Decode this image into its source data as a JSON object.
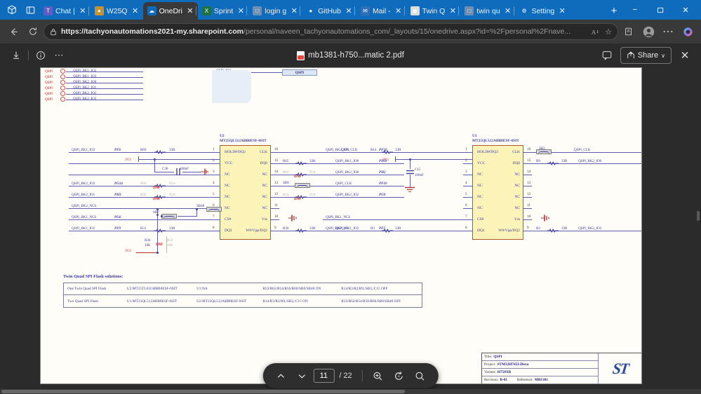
{
  "window": {
    "minimize_label": "−",
    "maximize_label": "❑",
    "close_label": "✕",
    "new_tab_label": "+"
  },
  "tabs": [
    {
      "title": "Chat | ",
      "favicon": "teams-icon",
      "color": "#5b5fc7",
      "glyph": "T",
      "active": false,
      "first": true
    },
    {
      "title": "W25Q",
      "favicon": "pdf-doc-icon",
      "color": "#c8922f",
      "glyph": "●",
      "active": false,
      "first": false
    },
    {
      "title": "OneDri",
      "favicon": "onedrive-icon",
      "color": "#0f6cbd",
      "glyph": "☁",
      "active": true,
      "first": false
    },
    {
      "title": "Sprint ",
      "favicon": "excel-icon",
      "color": "#1d7044",
      "glyph": "X",
      "active": false,
      "first": false
    },
    {
      "title": "login g",
      "favicon": "generic-page-icon",
      "color": "#6b8fb5",
      "glyph": "□",
      "active": false,
      "first": true
    },
    {
      "title": "GitHub",
      "favicon": "github-icon",
      "color": "#ffffff",
      "glyph": "●",
      "active": false,
      "first": false
    },
    {
      "title": "Mail - ",
      "favicon": "outlook-icon",
      "color": "#2f6fb8",
      "glyph": "✉",
      "active": false,
      "first": false
    },
    {
      "title": "Twin Q",
      "favicon": "chrome-icon",
      "color": "#dddddd",
      "glyph": "◉",
      "active": false,
      "first": false
    },
    {
      "title": "twin qu",
      "favicon": "generic-page-icon",
      "color": "#6b8fb5",
      "glyph": "□",
      "active": false,
      "first": true
    },
    {
      "title": "Setting",
      "favicon": "gear-icon",
      "color": "#ffffff",
      "glyph": "⚙",
      "active": false,
      "first": false
    }
  ],
  "navbar": {
    "back_label": "←",
    "refresh_label": "↻",
    "lock_label": "ὑ2",
    "url_bold": "https://tachyonautomations2021-my.sharepoint.com",
    "url_rest": "/personal/naveen_tachyonautomations_com/_layouts/15/onedrive.aspx?id=%2Fpersonal%2Fnave...",
    "read_aloud_label": "A",
    "favorite_label": "☆",
    "collections_label": "↱",
    "profile_label": "●",
    "settings_label": "⋯",
    "copilot_label": "◑"
  },
  "pdf_toolbar": {
    "download_label": "↓",
    "info_label": "ⓘ",
    "more_label": "⋯",
    "file_name": "mb1381-h750...matic 2.pdf",
    "comment_label": "▢",
    "share_label": "Share",
    "share_caret": "∨",
    "close_label": "✕"
  },
  "page_nav": {
    "prev_label": "∧",
    "next_label": "∨",
    "current_page": "11",
    "total_pages": "/ 22",
    "zoom_in_label": "zoom-in-icon",
    "rotate_label": "rotate-icon",
    "search_label": "search-icon"
  },
  "schematic": {
    "bus_nets": [
      {
        "left": "QSPI_BK1_IO2",
        "right": "QSPI_IO2"
      },
      {
        "left": "QSPI_BK1_IO3",
        "right": "QSPI_IO3"
      },
      {
        "left": "QSPI_BK2_IO0",
        "right": "QSPI_IO4"
      },
      {
        "left": "QSPI_BK2_IO1",
        "right": "QSPI_IO5"
      },
      {
        "left": "QSPI_BK2_IO2",
        "right": "QSPI_IO6"
      },
      {
        "left": "QSPI_BK2_IO3",
        "right": "QSPI_IO7"
      }
    ],
    "bus_pin_label": "QSPI",
    "bus_tag": "QSPI",
    "u2": {
      "ref": "U2",
      "part": "MT25QL512ABB8ESF-0SIT",
      "left_pins": [
        {
          "num": "1",
          "name": "HOLD#/DQ3"
        },
        {
          "num": "2",
          "name": "VCC"
        },
        {
          "num": "3",
          "name": "NC"
        },
        {
          "num": "4",
          "name": "NC"
        },
        {
          "num": "5",
          "name": "NC"
        },
        {
          "num": "6",
          "name": "NC"
        },
        {
          "num": "7",
          "name": "CS#"
        },
        {
          "num": "8",
          "name": "DQ1"
        }
      ],
      "right_pins": [
        {
          "num": "16",
          "name": "CLK"
        },
        {
          "num": "15",
          "name": "DQ0"
        },
        {
          "num": "14",
          "name": "NC"
        },
        {
          "num": "13",
          "name": "NC"
        },
        {
          "num": "12",
          "name": "NC"
        },
        {
          "num": "11",
          "name": "NC"
        },
        {
          "num": "10",
          "name": "Vss"
        },
        {
          "num": "9",
          "name": "W#/Vpp/DQ2"
        }
      ]
    },
    "u1": {
      "ref": "U1",
      "part": "MT25QL512ABB8ESF-0SIT",
      "left_pins": [
        {
          "num": "1",
          "name": "HOLD#/DQ3"
        },
        {
          "num": "2",
          "name": "VCC"
        },
        {
          "num": "3",
          "name": "NC"
        },
        {
          "num": "4",
          "name": "NC"
        },
        {
          "num": "5",
          "name": "NC"
        },
        {
          "num": "6",
          "name": "NC"
        },
        {
          "num": "7",
          "name": "CS#"
        },
        {
          "num": "8",
          "name": "DQ1"
        }
      ],
      "right_pins": [
        {
          "num": "16",
          "name": "CLK"
        },
        {
          "num": "15",
          "name": "DQ0"
        },
        {
          "num": "14",
          "name": "NC"
        },
        {
          "num": "13",
          "name": "NC"
        },
        {
          "num": "12",
          "name": "NC"
        },
        {
          "num": "11",
          "name": "NC"
        },
        {
          "num": "10",
          "name": "Vss"
        },
        {
          "num": "9",
          "name": "W#/Vpp/DQ2"
        }
      ]
    },
    "u2_left_nets": [
      {
        "net": "QSPI_BK1_IO3",
        "mcu": "PF6",
        "ref": "R69",
        "val": "33R",
        "dnf": ""
      },
      {
        "net": "",
        "mcu": "",
        "ref": "",
        "val": "",
        "dnf": ""
      },
      {
        "net": "",
        "mcu": "",
        "ref": "",
        "val": "",
        "dnf": ""
      },
      {
        "net": "QSPI_BK2_IO3",
        "mcu": "PG14",
        "ref": "R60",
        "val": "N/A",
        "dnf": "DNF"
      },
      {
        "net": "QSPI_BK2_IO1",
        "mcu": "PH3",
        "ref": "R56",
        "val": "N/A",
        "dnf": "DNF"
      },
      {
        "net": "QSPI_BK2_NCS",
        "mcu": "",
        "ref": "SB48",
        "val": "",
        "dnf": ""
      },
      {
        "net": "QSPI_BK1_NCS",
        "mcu": "PG6",
        "ref": "SB7",
        "val": "",
        "dnf": ""
      },
      {
        "net": "QSPI_BK1_IO1",
        "mcu": "PF9",
        "ref": "R31",
        "val": "33R",
        "dnf": ""
      }
    ],
    "u2_right_nets": [
      {
        "net": "QSPI_CLK",
        "mcu": "PF10",
        "ref": "",
        "val": "",
        "dnf": ""
      },
      {
        "net": "QSPI_BK1_IO0",
        "mcu": "PD11",
        "ref": "R65",
        "val": "33R",
        "dnf": ""
      },
      {
        "net": "QSPI_BK2_IO0",
        "mcu": "PH2",
        "ref": "R62",
        "val": "N/A",
        "dnf": "DNF"
      },
      {
        "net": "QSPI_CLK",
        "mcu": "PF10",
        "ref": "SB8",
        "val": "",
        "dnf": ""
      },
      {
        "net": "QSPI_BK2_IO2",
        "mcu": "PG9",
        "ref": "R54",
        "val": "N/A",
        "dnf": "DNF"
      },
      {
        "net": "",
        "mcu": "",
        "ref": "",
        "val": "",
        "dnf": ""
      },
      {
        "net": "",
        "mcu": "",
        "ref": "",
        "val": "",
        "dnf": ""
      },
      {
        "net": "QSPI_BK1_IO2",
        "mcu": "PF7",
        "ref": "R30",
        "val": "33R",
        "dnf": ""
      }
    ],
    "u1_left_nets": [
      {
        "net": "QSPI_BK2_IO3",
        "ref": "R14",
        "val": "33R"
      },
      {
        "net": "",
        "ref": "",
        "val": ""
      },
      {
        "net": "",
        "ref": "",
        "val": ""
      },
      {
        "net": "",
        "ref": "",
        "val": ""
      },
      {
        "net": "",
        "ref": "",
        "val": ""
      },
      {
        "net": "",
        "ref": "",
        "val": ""
      },
      {
        "net": "QSPI_BK1_NCS",
        "ref": "",
        "val": ""
      },
      {
        "net": "QSPI_BK2_IO1",
        "ref": "R3",
        "val": "33R"
      }
    ],
    "u1_right_nets": [
      {
        "net": "QSPI_CLK",
        "ref": "SB2",
        "val": ""
      },
      {
        "net": "QSPI_BK2_IO0",
        "ref": "R9",
        "val": "33R"
      },
      {
        "net": "",
        "ref": "",
        "val": ""
      },
      {
        "net": "",
        "ref": "",
        "val": ""
      },
      {
        "net": "",
        "ref": "",
        "val": ""
      },
      {
        "net": "",
        "ref": "",
        "val": ""
      },
      {
        "net": "",
        "ref": "",
        "val": ""
      },
      {
        "net": "QSPI_BK2_IO2",
        "ref": "R2",
        "val": "33R"
      }
    ],
    "power_u2": "3V3",
    "power_u2_b": "3V3",
    "power_u1": "3V3",
    "cap_u2_ref": "C38",
    "cap_u2_val": "100nF",
    "cap_u1_ref": "C15",
    "cap_u1_val": "100nF",
    "r36_ref": "R36",
    "r36_val": "10K",
    "r36_dnf": "DNF",
    "r53_ref": "R53",
    "r53_val": "10K",
    "table_title": "Twin Quad SPI Flash solutions:",
    "table_rows": [
      {
        "c1": "One Twin Quad SPI Flash",
        "c2": "U2:MT25TL01GHBB8ESF-0SIT",
        "c3": "U1:NA",
        "c4": "R53/R62/R54/R56/R60/SB8/SB48  ON",
        "c5": "R14/R3/R2/R9,/SB2,/C15 OFF"
      },
      {
        "c1": "Two Quad SPI Flash",
        "c2": "U1:MT25QL512ABB8ESF-0SIT",
        "c3": "U2:MT25QL512ABB8ESF-0SIT",
        "c4": "R14/R3/R2/R9,/SB2,/C15 ON",
        "c5": "R53/R62/R54/R56/R60/SB8/SB48  OFF"
      }
    ],
    "title_block": {
      "title_key": "Title:",
      "title_val": "QSPI",
      "project_key": "Project:",
      "project_val": "STM32H745I-Disco",
      "variant_key": "Variant:",
      "variant_val": "H750XB",
      "revision_key": "Revision:",
      "revision_val": "B-01",
      "reference_key": "Reference:",
      "reference_val": "MB1381",
      "logo": "ST"
    }
  }
}
